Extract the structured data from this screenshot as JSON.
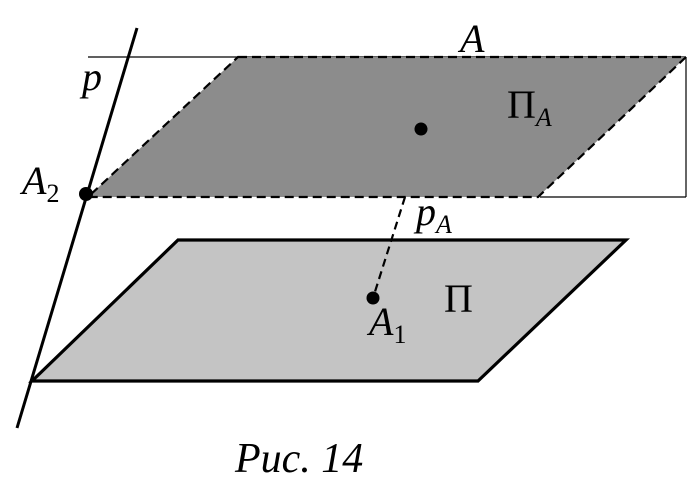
{
  "colors": {
    "plane_upper_fill": "#8c8c8c",
    "plane_lower_fill": "#c4c4c4",
    "stroke": "#000000",
    "background": "#ffffff"
  },
  "labels": {
    "line_p": "p",
    "plane_upper_name": "A",
    "plane_upper_pi": "Π",
    "plane_upper_sub": "A",
    "point_a2": "A",
    "point_a2_sub": "2",
    "line_pa": "p",
    "line_pa_sub": "A",
    "plane_lower_pi": "Π",
    "point_a1": "A",
    "point_a1_sub": "1"
  },
  "caption": "Рис. 14"
}
